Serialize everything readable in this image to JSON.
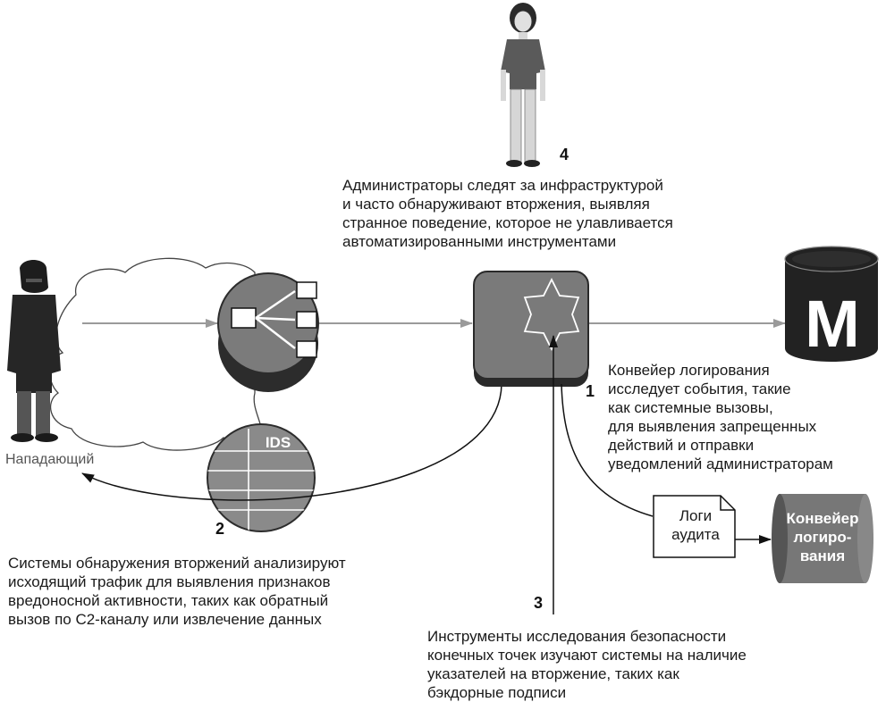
{
  "attacker": {
    "label": "Нападающий"
  },
  "ids": {
    "label": "IDS"
  },
  "central_node": {
    "label": ""
  },
  "database": {
    "label": "M"
  },
  "audit_logs": {
    "label_lines": [
      "Логи",
      "аудита"
    ]
  },
  "pipeline": {
    "label_lines": [
      "Конвейер",
      "логиро-",
      "вания"
    ]
  },
  "step_1": {
    "number": "1",
    "lines": [
      "Конвейер логирования",
      "исследует события, такие",
      "как системные вызовы,",
      "для выявления запрещенных",
      "действий и отправки",
      "уведомлений администраторам"
    ]
  },
  "step_2": {
    "number": "2",
    "lines": [
      "Системы обнаружения вторжений анализируют",
      "исходящий трафик для выявления признаков",
      "вредоносной активности, таких как обратный",
      "вызов по C2-каналу или извлечение данных"
    ]
  },
  "step_3": {
    "number": "3",
    "lines": [
      "Инструменты исследования безопасности",
      "конечных точек изучают системы на наличие",
      "указателей на вторжение, таких как",
      "бэкдорные подписи"
    ]
  },
  "step_4": {
    "number": "4",
    "lines": [
      "Администраторы следят за инфраструктурой",
      "и часто обнаруживают вторжения, выявляя",
      "странное поведение, которое не улавливается",
      "автоматизированными инструментами"
    ]
  }
}
